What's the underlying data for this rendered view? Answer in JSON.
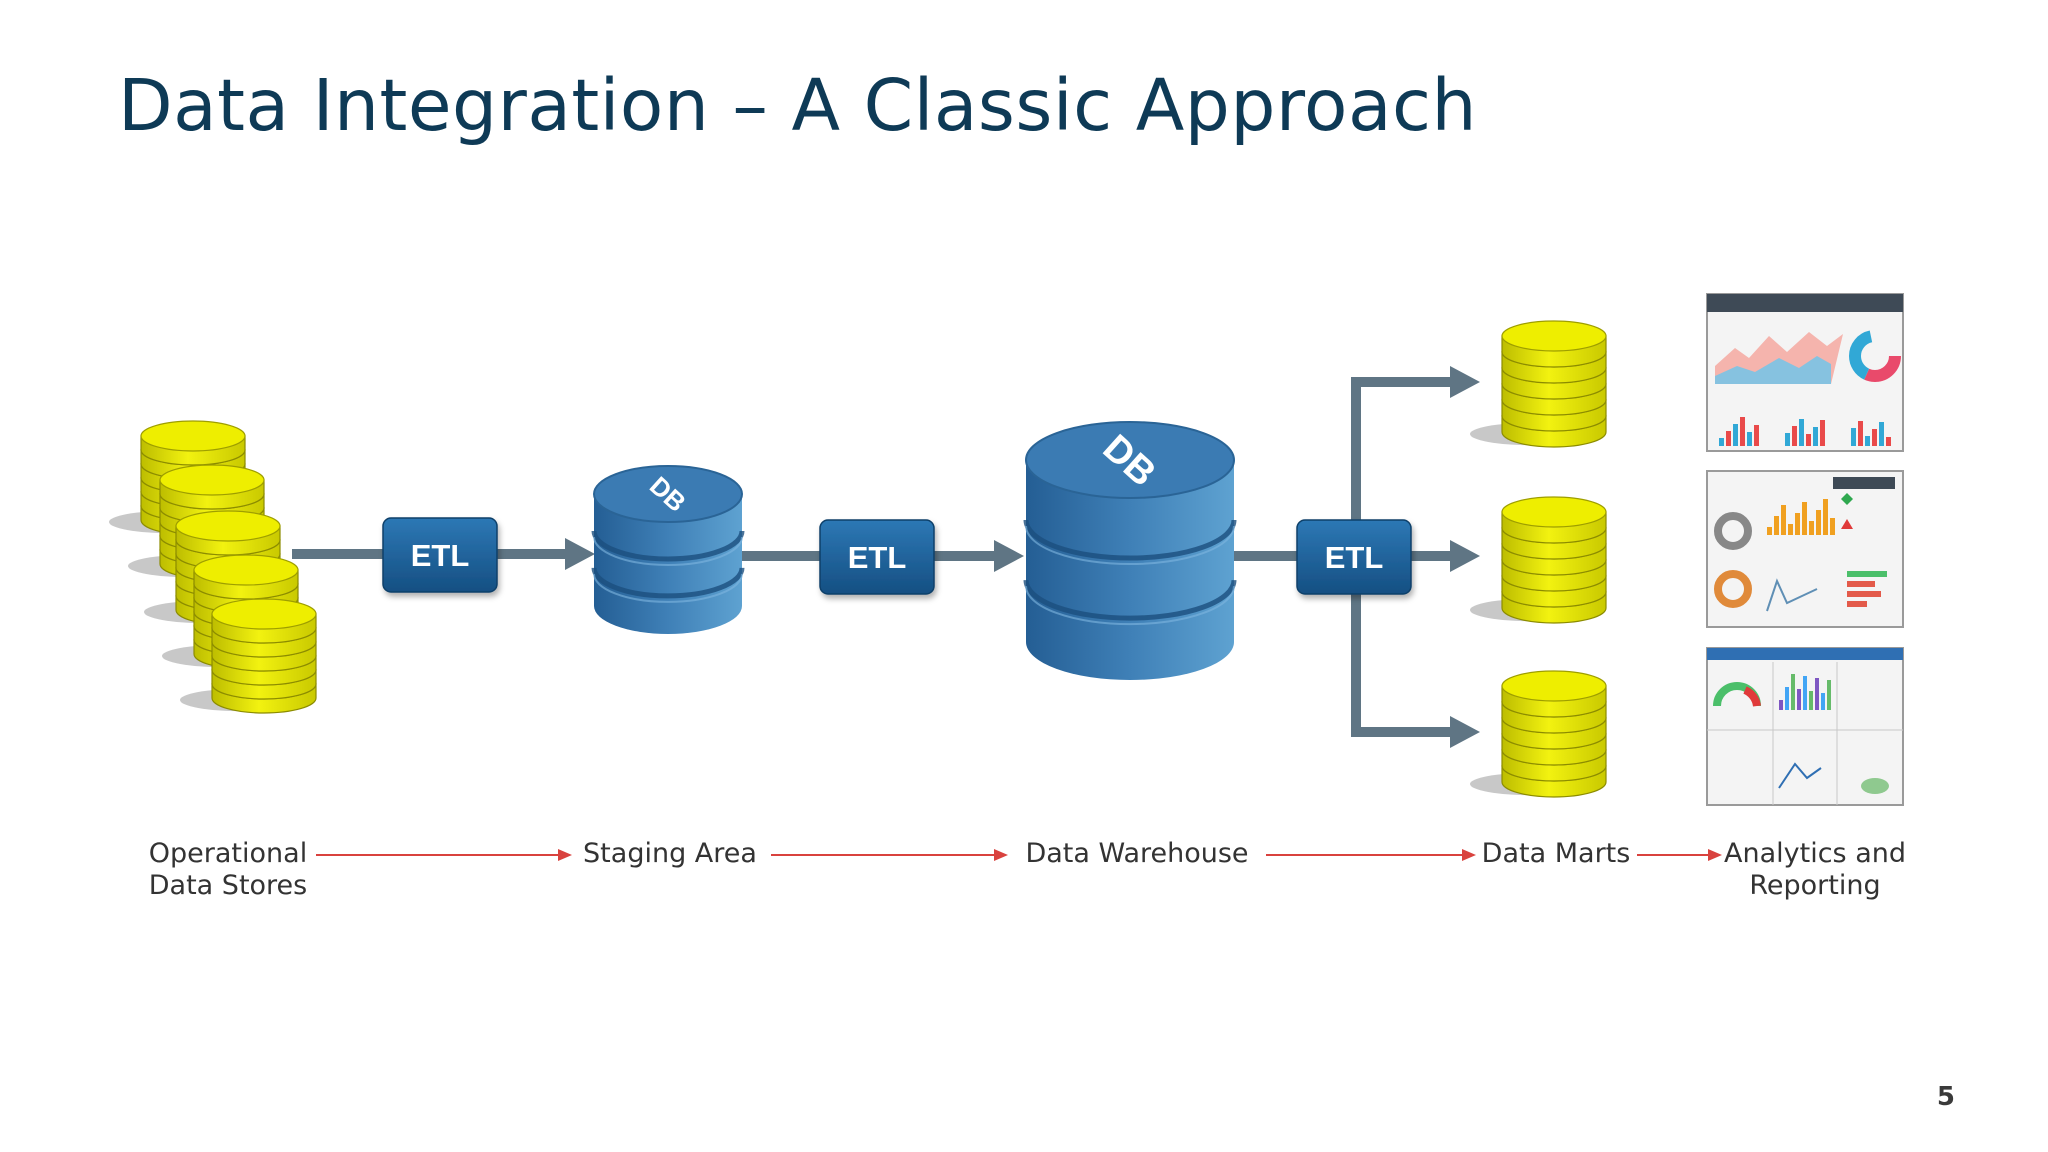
{
  "title": "Data Integration – A Classic Approach",
  "page_number": "5",
  "colors": {
    "title": "#0e3a56",
    "connector": "#5f7584",
    "etl_box": "#1d5f97",
    "db_blue": "#3d7db5",
    "coin_yellow": "#e8e800",
    "flow_arrow": "#d9423e"
  },
  "etl_boxes": [
    {
      "label": "ETL"
    },
    {
      "label": "ETL"
    },
    {
      "label": "ETL"
    }
  ],
  "databases": [
    {
      "label": "DB"
    },
    {
      "label": "DB"
    }
  ],
  "stages": [
    {
      "lines": [
        "Operational",
        "Data Stores"
      ]
    },
    {
      "lines": [
        "Staging Area"
      ]
    },
    {
      "lines": [
        "Data Warehouse"
      ]
    },
    {
      "lines": [
        "Data Marts"
      ]
    },
    {
      "lines": [
        "Analytics and",
        "Reporting"
      ]
    }
  ],
  "icons": [
    "database-stack-icon",
    "database-cylinder-icon",
    "dashboard-thumbnail-icon"
  ]
}
